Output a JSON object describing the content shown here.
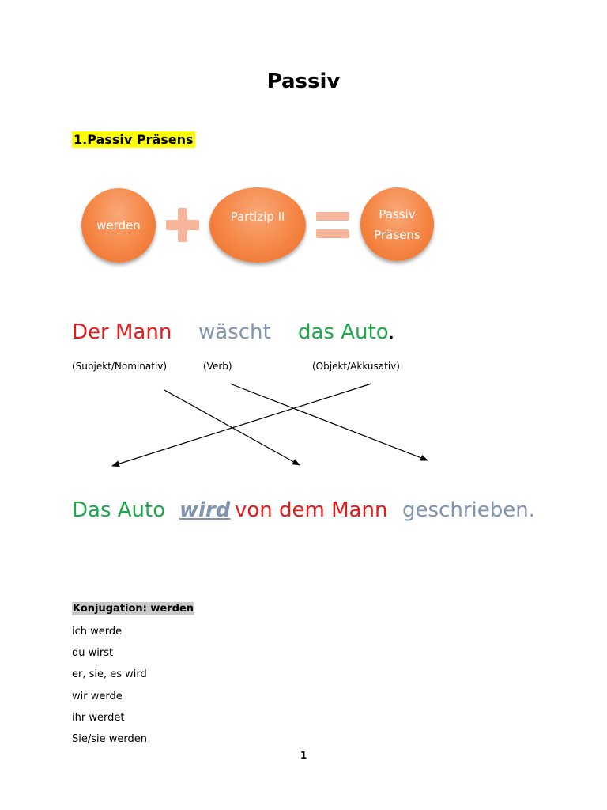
{
  "title": "Passiv",
  "section_heading": "1.Passiv Präsens",
  "formula": {
    "term1": "werden",
    "term2": "Partizip II",
    "result_line1": "Passiv",
    "result_line2": "Präsens"
  },
  "active_sentence": {
    "subject": "Der Mann",
    "verb": "wäscht",
    "object": "das Auto",
    "period": "."
  },
  "roles": {
    "subject": "(Subjekt/Nominativ)",
    "verb": "(Verb)",
    "object": "(Objekt/Akkusativ)"
  },
  "passive_sentence": {
    "subject": "Das Auto",
    "auxiliary": "wird",
    "agent": "von dem Mann",
    "participle": "geschrieben."
  },
  "conjugation": {
    "heading": "Konjugation: werden",
    "forms": [
      "ich werde",
      "du wirst",
      "er, sie, es wird",
      "wir werde",
      "ihr werdet",
      "Sie/sie werden"
    ]
  },
  "page_number": "1",
  "colors": {
    "subject_red": "#e31b1b",
    "verb_blue": "#8094b0",
    "object_green": "#1ea84b",
    "circle_orange": "#f58645",
    "highlight_yellow": "#ffff00"
  }
}
